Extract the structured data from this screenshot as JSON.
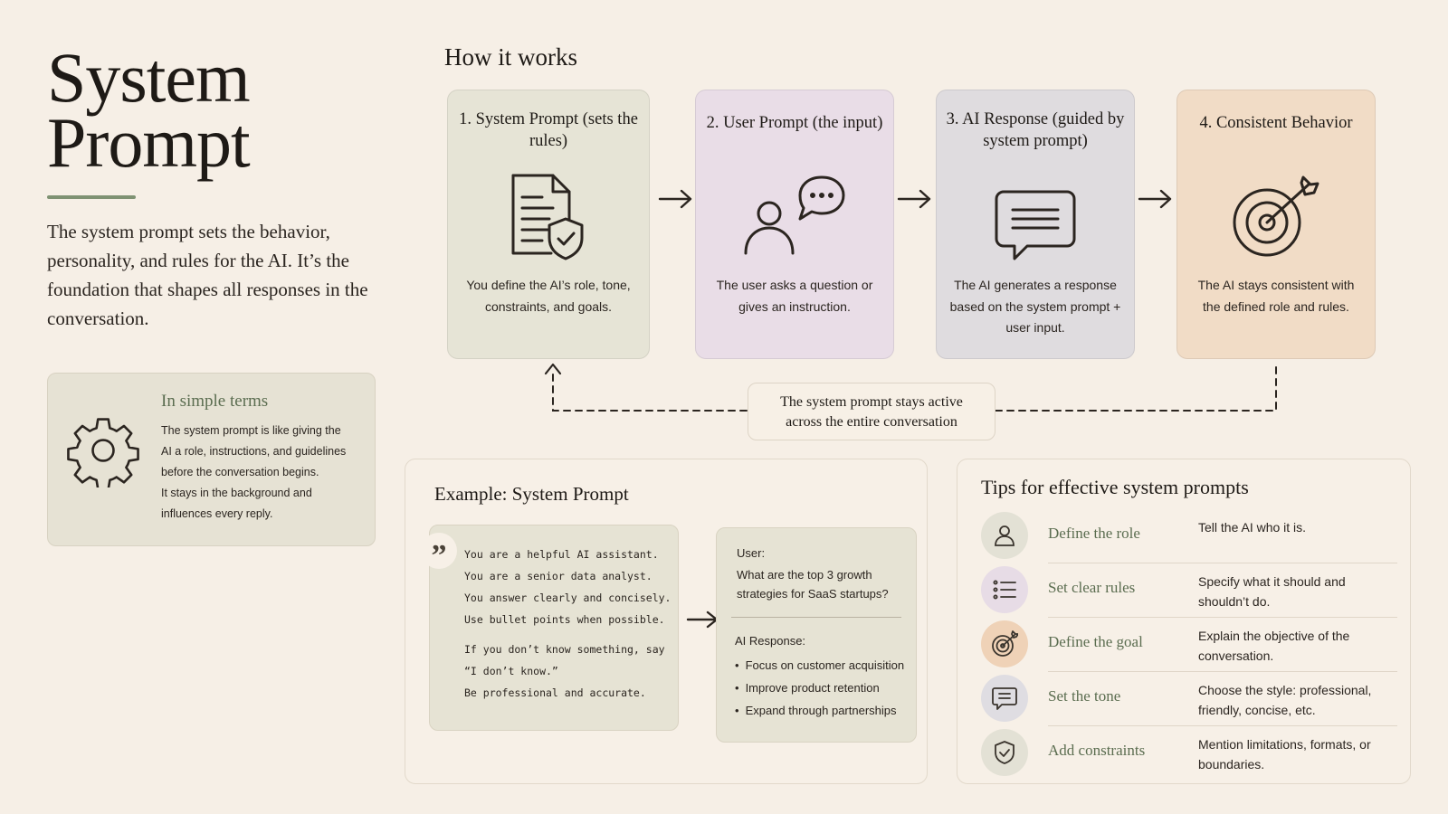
{
  "page": {
    "title_line1": "System",
    "title_line2": "Prompt",
    "intro": "The system prompt sets the behavior, personality, and rules for the AI. It’s the foundation that shapes all responses in the conversation."
  },
  "simple_terms": {
    "heading": "In simple terms",
    "lines": [
      "The system prompt is like giving the",
      "AI a role, instructions, and guidelines",
      "before the conversation begins.",
      "It stays in the background and",
      "influences every reply."
    ],
    "icon": "gear-icon"
  },
  "how_it_works": {
    "title": "How it works",
    "steps": [
      {
        "title": "1. System Prompt (sets the rules)",
        "desc": "You define the AI’s role, tone, constraints, and goals.",
        "icon": "document-shield-icon",
        "color": "#e6e4d6"
      },
      {
        "title": "2. User Prompt (the input)",
        "desc": "The user asks a question or gives an instruction.",
        "icon": "user-speech-icon",
        "color": "#e9dde7"
      },
      {
        "title": "3. AI Response (guided by system prompt)",
        "desc": "The AI generates a response based on the system prompt + user input.",
        "icon": "chat-bubble-icon",
        "color": "#dfdcdf"
      },
      {
        "title": "4. Consistent Behavior",
        "desc": "The AI stays consistent with the defined role and rules.",
        "icon": "target-icon",
        "color": "#f1dcc6"
      }
    ],
    "loop_note_line1": "The system prompt stays active",
    "loop_note_line2": "across the entire conversation"
  },
  "example": {
    "title": "Example: System Prompt",
    "system_lines": [
      "You are a helpful AI assistant.",
      "You are a senior data analyst.",
      "You answer clearly and concisely.",
      "Use bullet points when possible."
    ],
    "system_lines_2": [
      "If you don’t know something, say",
      "“I don’t know.”",
      "Be professional and accurate."
    ],
    "user_label": "User:",
    "user_text": "What are the top 3 growth strategies for SaaS startups?",
    "ai_label": "AI Response:",
    "ai_bullets": [
      "Focus on customer acquisition",
      "Improve product retention",
      "Expand through partnerships"
    ]
  },
  "tips": {
    "title": "Tips for effective system prompts",
    "items": [
      {
        "name": "Define the role",
        "desc": "Tell the AI who it is.",
        "icon": "user-icon",
        "color": "#e3e1d5"
      },
      {
        "name": "Set clear rules",
        "desc": "Specify what it should and shouldn’t do.",
        "icon": "list-icon",
        "color": "#e7dce6"
      },
      {
        "name": "Define the goal",
        "desc": "Explain the objective of the conversation.",
        "icon": "target-icon",
        "color": "#efd2b7"
      },
      {
        "name": "Set the tone",
        "desc": "Choose the style: professional, friendly, concise, etc.",
        "icon": "chat-icon",
        "color": "#dfdde2"
      },
      {
        "name": "Add constraints",
        "desc": "Mention limitations, formats, or boundaries.",
        "icon": "shield-check-icon",
        "color": "#e3e1d5"
      }
    ]
  }
}
